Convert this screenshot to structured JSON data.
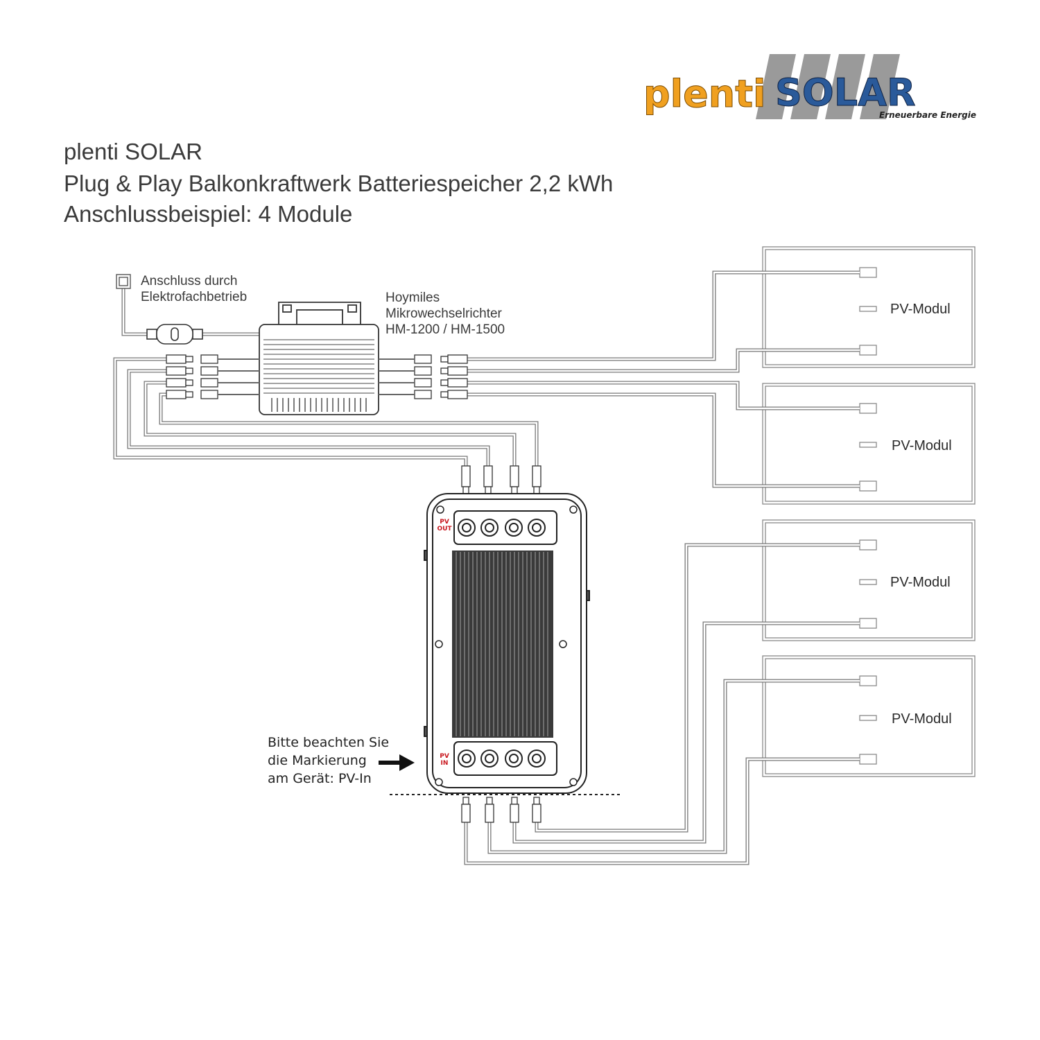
{
  "brand": {
    "logo_word_left": "plenti",
    "logo_word_right": "SOLAR",
    "logo_tagline": "Erneuerbare Energie",
    "colors": {
      "orange": "#f0a020",
      "blue": "#2a5a9a",
      "grey": "#9a9a9a"
    }
  },
  "title": {
    "line1": "plenti SOLAR",
    "line2": "Plug & Play Balkonkraftwerk Batteriespeicher 2,2 kWh",
    "line3": "Anschlussbeispiel: 4 Module"
  },
  "labels": {
    "grid_line1": "Anschluss durch",
    "grid_line2": "Elektrofachbetrieb",
    "inverter_line1": "Hoymiles",
    "inverter_line2": "Mikrowechselrichter",
    "inverter_line3": "HM-1200 / HM-1500",
    "battery_out": "PV OUT",
    "battery_in": "PV IN",
    "note_line1": "Bitte beachten Sie",
    "note_line2": "die Markierung",
    "note_line3": "am Gerät: PV-In"
  },
  "pv_modules": [
    {
      "label": "PV-Modul"
    },
    {
      "label": "PV-Modul"
    },
    {
      "label": "PV-Modul"
    },
    {
      "label": "PV-Modul"
    }
  ],
  "icons": [
    "plug-socket-icon",
    "inline-fuse-icon",
    "mc4-connector-icon",
    "arrow-right-icon"
  ]
}
